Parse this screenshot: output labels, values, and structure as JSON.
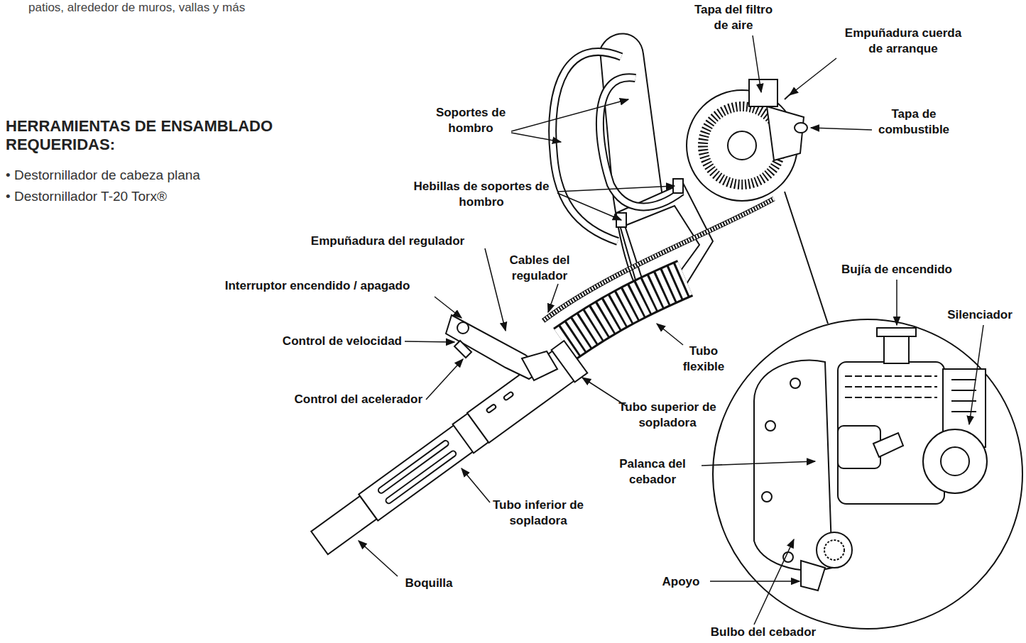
{
  "diagram": {
    "title": "HERRAMIENTAS DE ENSAMBLADO REQUERIDAS:",
    "labels": [
      "patios, alrededor de muros, vallas y más",
      "• Destornillador de cabeza plana",
      "• Destornillador T-20 Torx®",
      "Tapa del filtro de aire",
      "Empuñadura cuerda de arranque",
      "Tapa de combustible",
      "Soportes de hombro",
      "Hebillas de soportes de hombro",
      "Empuñadura del regulador",
      "Interruptor encendido / apagado",
      "Cables del regulador",
      "Control de velocidad",
      "Tubo flexible",
      "Control del acelerador",
      "Tubo superior de sopladora",
      "Tubo inferior de sopladora",
      "Boquilla",
      "Bujía de encendido",
      "Silenciador",
      "Palanca del cebador",
      "Apoyo",
      "Bulbo del cebador"
    ]
  }
}
